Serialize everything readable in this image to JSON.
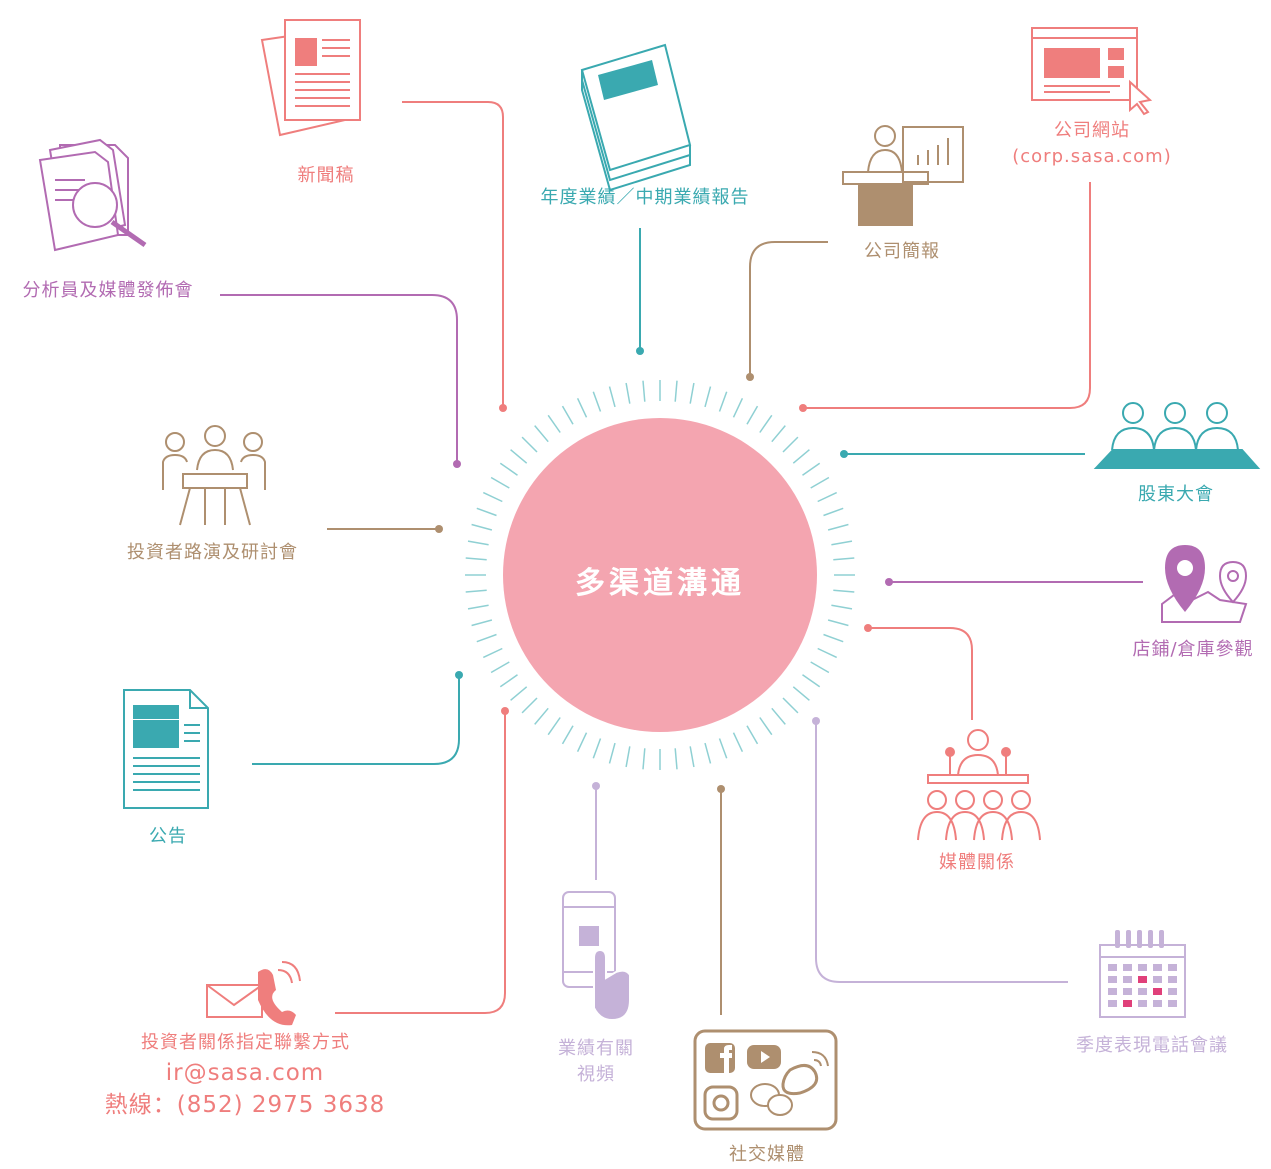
{
  "center": {
    "title": "多渠道溝通"
  },
  "colors": {
    "pink": "#ef7e7d",
    "teal": "#3aa9b0",
    "tan": "#ae8f6f",
    "purple": "#b26bb2",
    "lavender": "#c5b2d8",
    "center_fill": "#f4a5b0",
    "ray": "#8fd0d3"
  },
  "nodes": {
    "press_release": {
      "label": "新聞稿",
      "icon": "newspaper-icon"
    },
    "annual_report": {
      "label": "年度業績／中期業績報告",
      "icon": "report-book-icon"
    },
    "briefing": {
      "label": "公司簡報",
      "icon": "presenter-icon"
    },
    "website": {
      "label": "公司網站",
      "sublabel": "(corp.sasa.com)",
      "icon": "website-icon"
    },
    "analyst_briefing": {
      "label": "分析員及媒體發佈會",
      "icon": "document-search-icon"
    },
    "agm": {
      "label": "股東大會",
      "icon": "shareholders-icon"
    },
    "roadshow": {
      "label": "投資者路演及研討會",
      "icon": "meeting-table-icon"
    },
    "store_visit": {
      "label": "店鋪/倉庫參觀",
      "icon": "location-pin-icon"
    },
    "announcement": {
      "label": "公告",
      "icon": "announcement-doc-icon"
    },
    "media_relations": {
      "label": "媒體關係",
      "icon": "press-conference-icon"
    },
    "ir_contact": {
      "label": "投資者關係指定聯繫方式",
      "email": "ir@sasa.com",
      "hotline": "熱線：(852) 2975 3638",
      "icon": "mail-phone-icon"
    },
    "videos": {
      "label_line1": "業績有關",
      "label_line2": "視頻",
      "icon": "smartphone-icon"
    },
    "social_media": {
      "label": "社交媒體",
      "icon": "social-media-icon"
    },
    "conference_call": {
      "label": "季度表現電話會議",
      "icon": "calendar-icon"
    }
  }
}
